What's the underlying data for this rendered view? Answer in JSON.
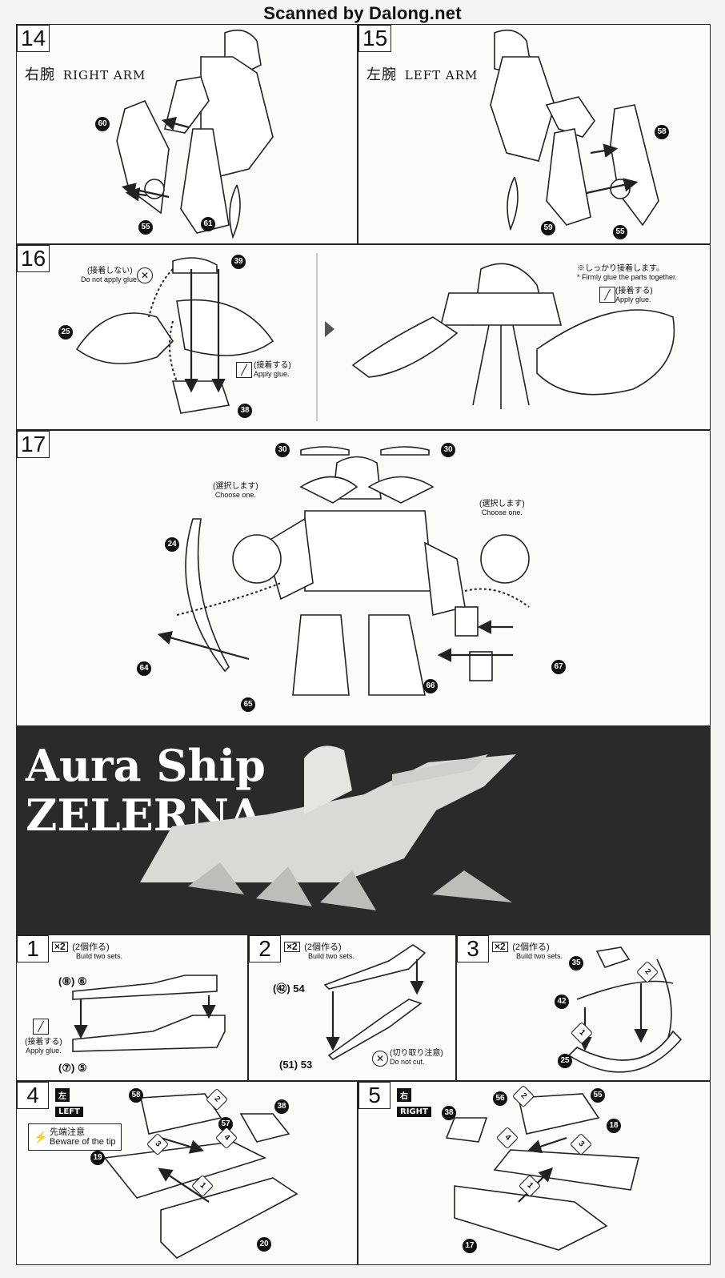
{
  "header": {
    "scan_credit": "Scanned by Dalong.net"
  },
  "steps_top": [
    {
      "number": "14",
      "label_jp": "右腕",
      "label_en": "RIGHT ARM",
      "parts": [
        "60",
        "55",
        "61"
      ]
    },
    {
      "number": "15",
      "label_jp": "左腕",
      "label_en": "LEFT ARM",
      "parts": [
        "58",
        "59",
        "55"
      ]
    },
    {
      "number": "16",
      "parts": [
        "39",
        "25",
        "38"
      ],
      "no_glue_jp": "(接着しない)",
      "no_glue_en": "Do not apply glue.",
      "glue_jp": "(接着する)",
      "glue_en": "Apply glue.",
      "firm_glue_jp": "※しっかり接着します。",
      "firm_glue_en": "* Firmly glue the parts together.",
      "glue2_jp": "(接着する)",
      "glue2_en": "Apply glue."
    },
    {
      "number": "17",
      "parts": [
        "30",
        "30",
        "24",
        "64",
        "65",
        "66",
        "67"
      ],
      "choose_jp": "(選択します)",
      "choose_en": "Choose one.",
      "choose2_jp": "(選択します)",
      "choose2_en": "Choose one."
    }
  ],
  "banner": {
    "title_line1": "Aura Ship",
    "title_line2": "ZELERNA"
  },
  "steps_bottom": [
    {
      "number": "1",
      "multiplier": "×2",
      "sets_jp": "(2個作る)",
      "sets_en": "Build two sets.",
      "part_a_paren": "(⑧)",
      "part_a": "⑥",
      "part_b_paren": "(⑦)",
      "part_b": "⑤",
      "glue_jp": "(接着する)",
      "glue_en": "Apply glue."
    },
    {
      "number": "2",
      "multiplier": "×2",
      "sets_jp": "(2個作る)",
      "sets_en": "Build two sets.",
      "part_a_paren": "(㊷)",
      "part_a": "54",
      "part_b_paren": "(51)",
      "part_b": "53",
      "cut_jp": "(切り取り注意)",
      "cut_en": "Do not cut."
    },
    {
      "number": "3",
      "multiplier": "×2",
      "sets_jp": "(2個作る)",
      "sets_en": "Build two sets.",
      "parts": [
        "35",
        "42",
        "25"
      ],
      "order": [
        "2",
        "1"
      ]
    },
    {
      "number": "4",
      "side_jp": "左",
      "side_en": "LEFT",
      "parts": [
        "58",
        "57",
        "38",
        "19",
        "20"
      ],
      "order": [
        "2",
        "3",
        "4",
        "1"
      ],
      "warn_jp": "先端注意",
      "warn_en": "Beware of the tip"
    },
    {
      "number": "5",
      "side_jp": "右",
      "side_en": "RIGHT",
      "parts": [
        "56",
        "55",
        "38",
        "18",
        "17"
      ],
      "order": [
        "2",
        "4",
        "3",
        "1"
      ]
    }
  ]
}
